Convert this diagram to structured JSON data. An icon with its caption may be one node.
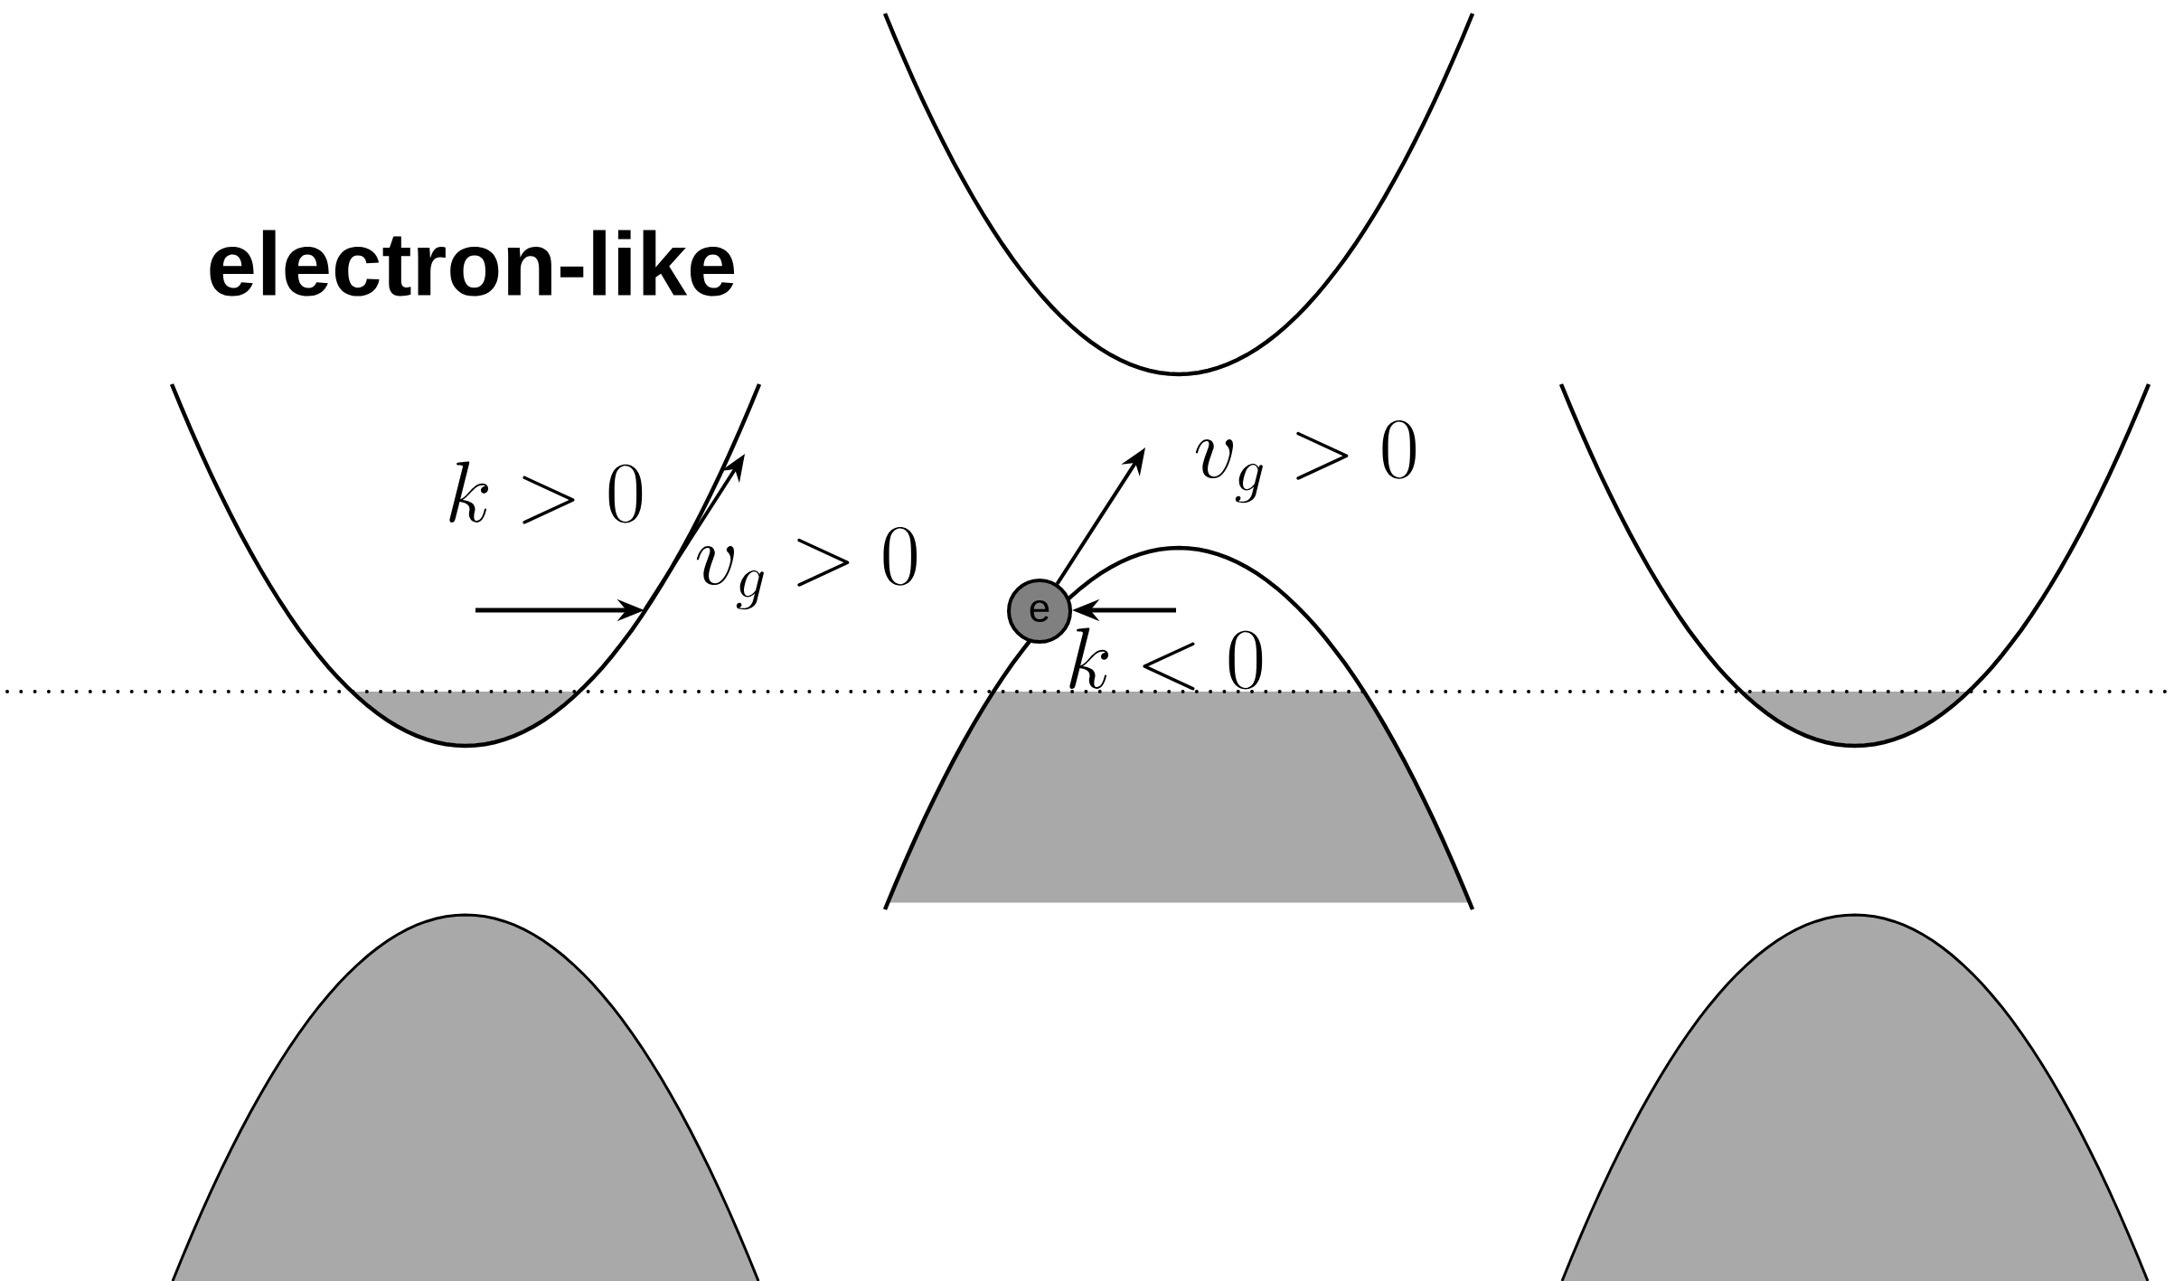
{
  "diagram": {
    "nodes": [
      {
        "text": [
          "e"
        ]
      }
    ],
    "labels": [
      "electron-like",
      "k > 0",
      "v_g > 0",
      "v_g > 0",
      "k < 0"
    ]
  }
}
